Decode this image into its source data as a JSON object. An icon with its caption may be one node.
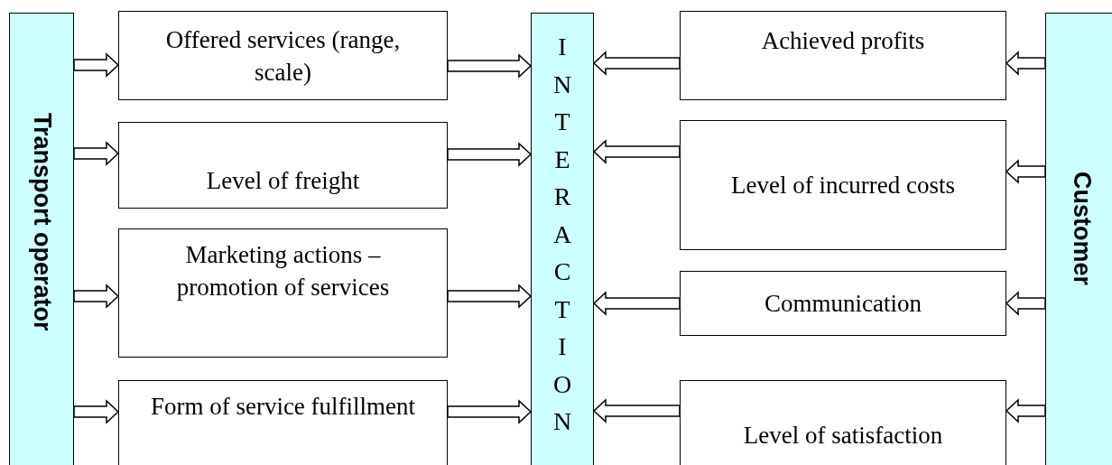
{
  "diagram": {
    "nodes": [
      {
        "text": [
          "Transport operator"
        ]
      },
      {
        "text": [
          "Offered services (range, scale)"
        ]
      },
      {
        "text": [
          "Level of freight"
        ]
      },
      {
        "text": [
          "Marketing actions – promotion of services"
        ]
      },
      {
        "text": [
          "Form of service fulfillment"
        ]
      },
      {
        "text": [
          "INTERACTION"
        ]
      },
      {
        "text": [
          "Achieved profits"
        ]
      },
      {
        "text": [
          "Level of incurred costs"
        ]
      },
      {
        "text": [
          "Communication"
        ]
      },
      {
        "text": [
          "Level of satisfaction"
        ]
      },
      {
        "text": [
          "Customer"
        ]
      }
    ],
    "edges": [
      {
        "from": 0,
        "to": 1,
        "arrow": "to"
      },
      {
        "from": 0,
        "to": 2,
        "arrow": "to"
      },
      {
        "from": 0,
        "to": 3,
        "arrow": "to"
      },
      {
        "from": 0,
        "to": 4,
        "arrow": "to"
      },
      {
        "from": 1,
        "to": 5,
        "arrow": "to"
      },
      {
        "from": 2,
        "to": 5,
        "arrow": "to"
      },
      {
        "from": 3,
        "to": 5,
        "arrow": "to"
      },
      {
        "from": 4,
        "to": 5,
        "arrow": "to"
      },
      {
        "from": 10,
        "to": 6,
        "arrow": "to"
      },
      {
        "from": 10,
        "to": 7,
        "arrow": "to"
      },
      {
        "from": 10,
        "to": 8,
        "arrow": "to"
      },
      {
        "from": 10,
        "to": 9,
        "arrow": "to"
      },
      {
        "from": 6,
        "to": 5,
        "arrow": "to"
      },
      {
        "from": 7,
        "to": 5,
        "arrow": "to"
      },
      {
        "from": 8,
        "to": 5,
        "arrow": "to"
      },
      {
        "from": 9,
        "to": 5,
        "arrow": "to"
      }
    ]
  }
}
